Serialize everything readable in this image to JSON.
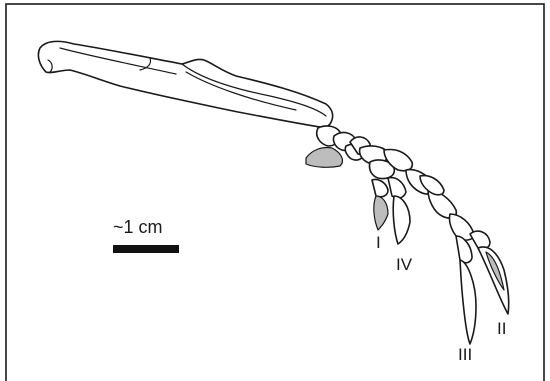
{
  "scale": {
    "label": "~1 cm"
  },
  "digits": [
    {
      "id": "I",
      "label": "I"
    },
    {
      "id": "IV",
      "label": "IV"
    },
    {
      "id": "III",
      "label": "III"
    },
    {
      "id": "II",
      "label": "II"
    }
  ],
  "colors": {
    "outline": "#1a1a1a",
    "shaded_element": "#bdbdbd",
    "scale_bar": "#111111",
    "background": "#ffffff"
  }
}
